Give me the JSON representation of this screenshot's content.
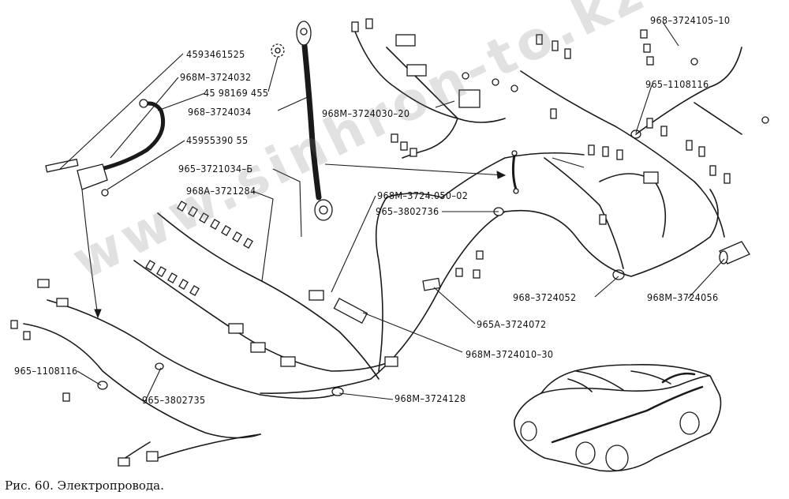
{
  "caption": "Рис. 60. Электропровода.",
  "watermark": "www.sinhron-to.kz",
  "parts": {
    "p4593461525": "4593461525",
    "p968M3724032": "968М–3724032",
    "p4598169455": "45 98169 455",
    "p9683724034": "968–3724034",
    "p4595539055": "45955390 55",
    "p9653721034B": "965–3721034–Б",
    "p968A372128_4": "968А–3721284",
    "p968M3724030_20": "968М–3724030–20",
    "p9683724105_10": "968–3724105–10",
    "p9651108116_top": "965–1108116",
    "p968M3724050_02": "968М–3724.050–02",
    "p9653802736": "965–3802736",
    "p9683724052": "968–3724052",
    "p968M3724056": "968М–3724056",
    "p965A3724072": "965А–3724072",
    "p968M3724010_30": "968М–3724010–30",
    "p9651108116_left": "965–1108116",
    "p9653802735": "965–3802735",
    "p968M3724128": "968М–3724128"
  }
}
